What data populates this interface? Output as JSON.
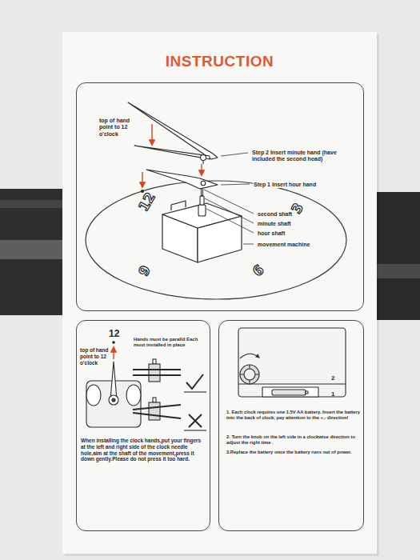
{
  "diagram": {
    "title": "INSTRUCTION",
    "nodes": [
      {
        "text": [
          "top of hand point to 12 o'clock",
          "Step 2 Insert minute hand (have included the second head)",
          "Step 1 Insert hour hand",
          "second shaft",
          "minute shaft",
          "hour shaft",
          "movement machine"
        ]
      },
      {
        "text": [
          "12",
          "top of hand point to 12 o'clock",
          "Hands must be paralld Each must installed in place",
          "When installing the clock hands,put your fingers at the left and right side of the clock needle hole,aim at the shaft of the movement,press it down gently.Please do not press it too hard."
        ]
      },
      {
        "text": [
          "2",
          "1",
          "1. Each clock requires one 1.5V AA battery. Insert the battery into the back of clock, pay attention to the +,- direction!",
          "2. Turn the knob on the left side in a clockwise direction to adjust the right time .",
          "3.Replace the battery once the battery runs out of power."
        ]
      }
    ],
    "labels": [
      "12",
      "3",
      "9",
      "6"
    ]
  }
}
